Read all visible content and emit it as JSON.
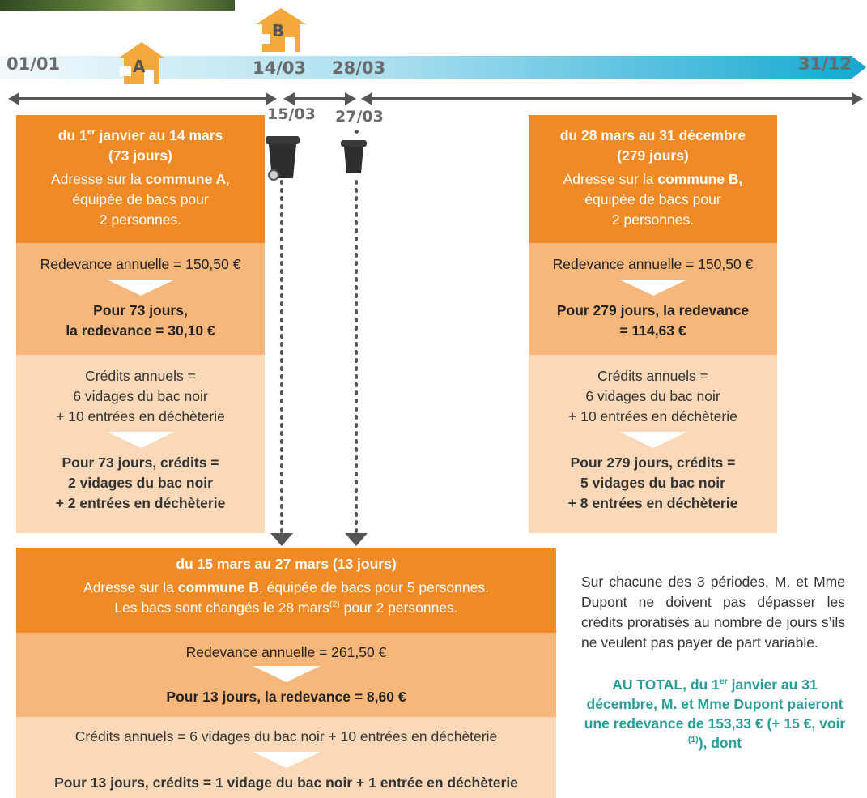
{
  "timeline": {
    "date_start": "01/01",
    "date_b": "14/03",
    "date_c": "28/03",
    "date_end": "31/12",
    "mid_left": "15/03",
    "mid_right": "27/03",
    "house_a": "A",
    "house_b": "B"
  },
  "colors": {
    "orange_dark": "#f08a24",
    "orange_mid": "#f7b77a",
    "orange_light": "#fbd9b8",
    "teal": "#2a9d96",
    "gray": "#6b6b6b"
  },
  "left": {
    "title_pre": "du 1",
    "title_sup": "er",
    "title_post": " janvier au 14 mars",
    "days": "(73 jours)",
    "addr_pre": "Adresse sur la ",
    "addr_bold": "commune A",
    "addr_post": ",",
    "addr_line2": "équipée de bacs pour",
    "addr_line3": "2 personnes.",
    "redevance": "Redevance annuelle = 150,50 €",
    "redev_result_1": "Pour 73 jours,",
    "redev_result_2": "la redevance = 30,10 €",
    "credits_1": "Crédits annuels =",
    "credits_2": "6 vidages du bac noir",
    "credits_3": "+ 10 entrées en déchèterie",
    "cres_1": "Pour 73 jours, crédits =",
    "cres_2": "2 vidages du bac noir",
    "cres_3": "+ 2 entrées en déchèterie"
  },
  "right": {
    "title": "du 28 mars au 31 décembre",
    "days": "(279 jours)",
    "addr_pre": "Adresse sur la ",
    "addr_bold": "commune B,",
    "addr_line2": "équipée de bacs pour",
    "addr_line3": "2 personnes.",
    "redevance": "Redevance annuelle = 150,50 €",
    "redev_result_1": "Pour 279 jours, la redevance",
    "redev_result_2": "= 114,63 €",
    "credits_1": "Crédits annuels =",
    "credits_2": "6 vidages du bac noir",
    "credits_3": "+ 10 entrées en déchèterie",
    "cres_1": "Pour 279 jours, crédits =",
    "cres_2": "5 vidages du bac noir",
    "cres_3": "+ 8 entrées en déchèterie"
  },
  "middle": {
    "title": "du 15 mars au 27 mars (13 jours)",
    "addr_pre": "Adresse sur la ",
    "addr_bold": "commune B",
    "addr_post": ", équipée de bacs pour 5 personnes.",
    "addr2_pre": "Les bacs sont changés le 28 mars",
    "addr2_sup": "(2)",
    "addr2_post": " pour 2 personnes.",
    "redevance": "Redevance annuelle = 261,50 €",
    "redev_result": "Pour 13 jours, la redevance = 8,60 €",
    "credits": "Crédits annuels = 6 vidages du bac noir + 10 entrées en déchèterie",
    "cres": "Pour 13 jours, crédits = 1 vidage du bac noir + 1 entrée en déchèterie"
  },
  "note": {
    "text": "Sur chacune des 3 périodes, M. et Mme Dupont ne doivent pas dépasser les crédits proratisés au nombre de jours s’ils ne veulent pas payer de part variable.",
    "total_pre": "AU TOTAL, du 1",
    "total_sup": "er",
    "total_mid": " janvier au 31 décembre, M. et Mme Dupont paieront une redevance de 153,33 € (+ 15 €, voir ",
    "total_sup2": "(1)",
    "total_post": "), dont"
  }
}
